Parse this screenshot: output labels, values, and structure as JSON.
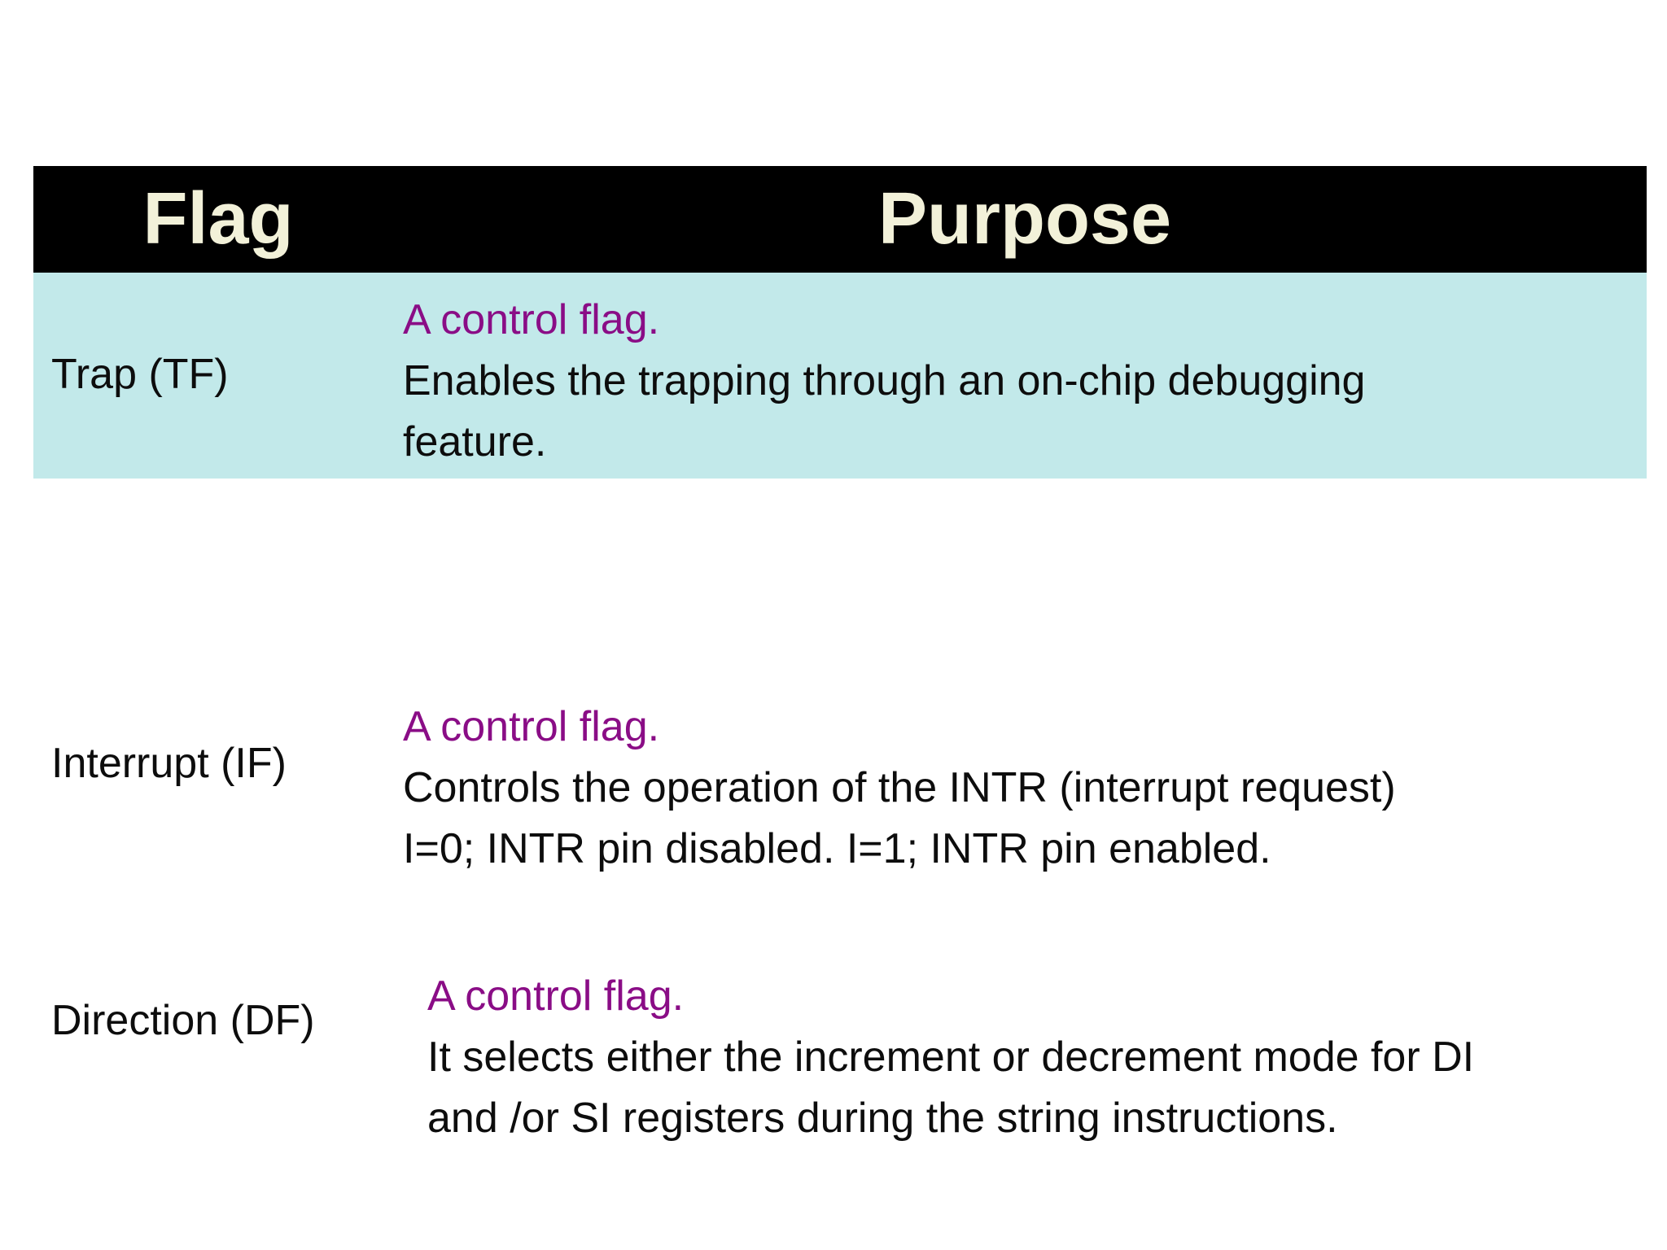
{
  "slide": {
    "header": {
      "flag_label": "Flag",
      "purpose_label": "Purpose"
    },
    "rows": [
      {
        "flag": "Trap (TF)",
        "control_tag": "A control flag.",
        "purpose_lines": [
          "Enables the trapping through an on-chip debugging",
          "feature."
        ]
      },
      {
        "flag": "Interrupt (IF)",
        "control_tag": "A control flag.",
        "purpose_lines": [
          "Controls the operation of the INTR (interrupt request)",
          "I=0; INTR pin disabled. I=1; INTR pin enabled."
        ]
      },
      {
        "flag": "Direction (DF)",
        "control_tag": "A control flag.",
        "purpose_lines": [
          "It selects either the increment or decrement mode for DI",
          "and /or SI registers during the string instructions."
        ]
      }
    ],
    "colors": {
      "header_bg": "#000000",
      "header_text": "#F2F1D9",
      "trap_row_bg": "#C2E9EA",
      "control_tag_text": "#8A0D86",
      "body_text": "#0d0d0d"
    }
  }
}
